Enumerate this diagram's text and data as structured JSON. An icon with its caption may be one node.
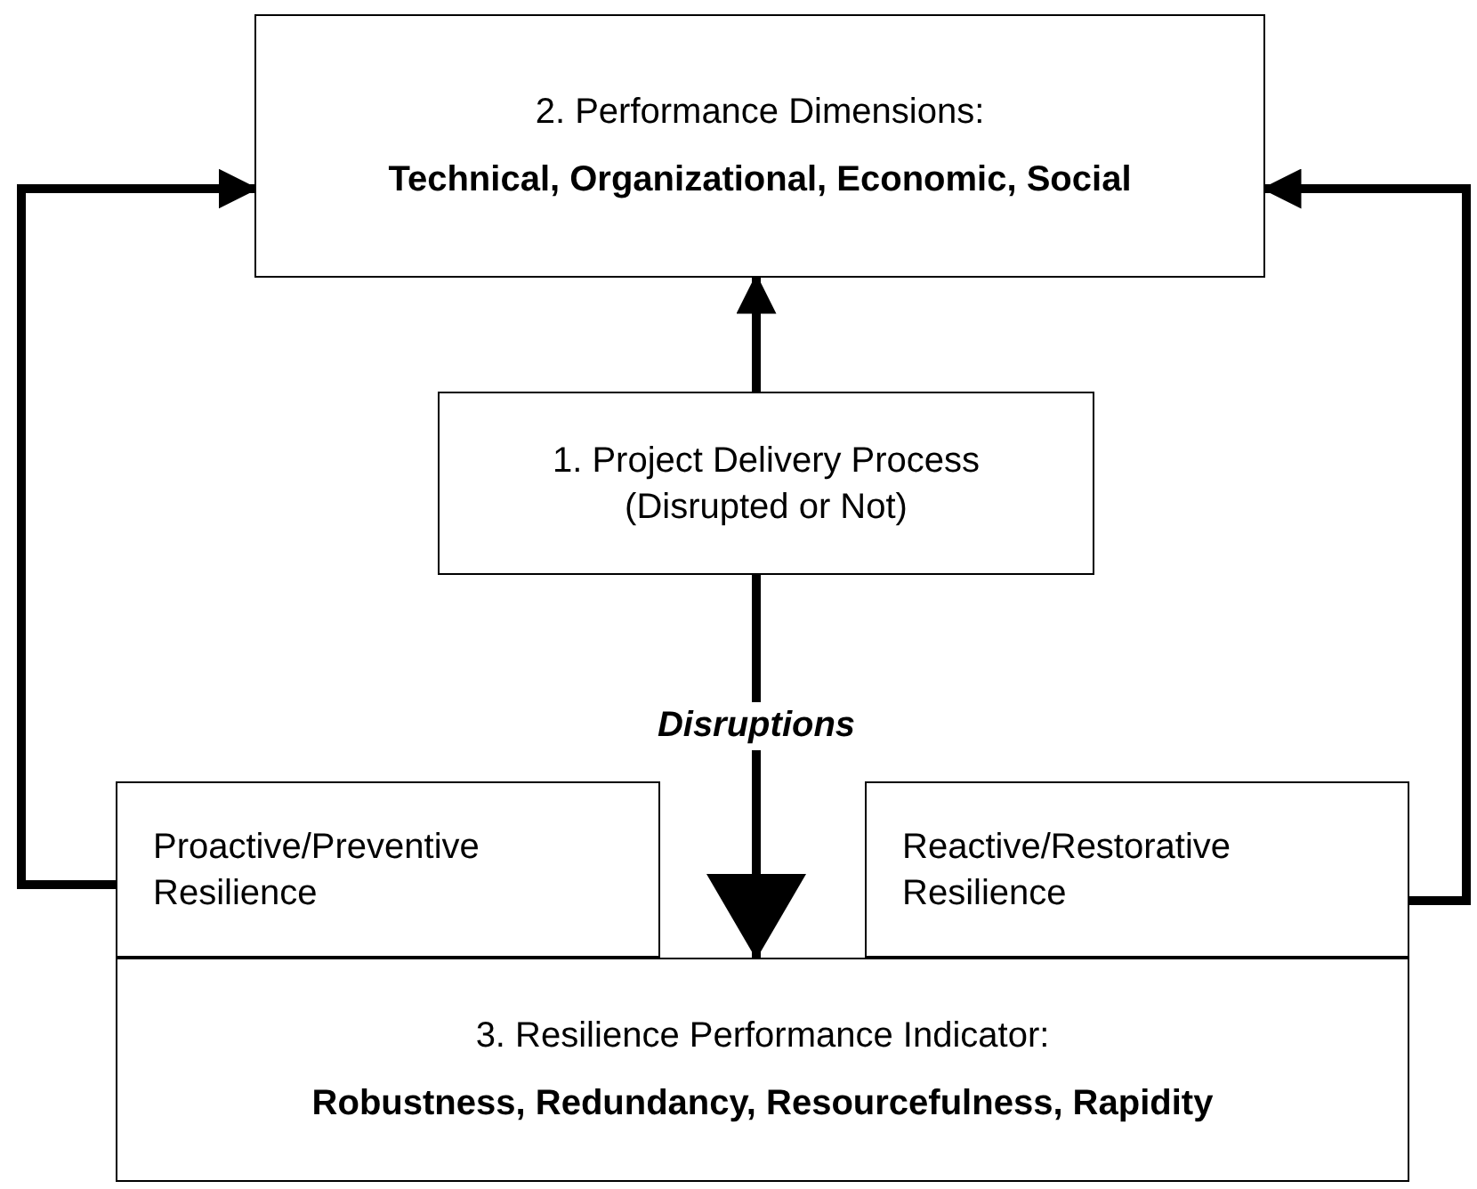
{
  "diagram": {
    "nodes": [
      {
        "text": [
          "2. Performance Dimensions:",
          "Technical, Organizational, Economic, Social"
        ]
      },
      {
        "text": [
          "1. Project Delivery Process (Disrupted or Not)"
        ]
      },
      {
        "text": [
          "Proactive/Preventive Resilience"
        ]
      },
      {
        "text": [
          "Reactive/Restorative Resilience"
        ]
      },
      {
        "text": [
          "3. Resilience Performance Indicator:",
          "Robustness, Redundancy, Resourcefulness, Rapidity"
        ]
      }
    ],
    "edges": [
      {
        "from": 1,
        "to": 0,
        "arrow": "to"
      },
      {
        "from": 1,
        "to": 4,
        "arrow": "to",
        "label": "Disruptions"
      },
      {
        "from": 2,
        "to": 0,
        "arrow": "to"
      },
      {
        "from": 3,
        "to": 0,
        "arrow": "to"
      }
    ]
  }
}
